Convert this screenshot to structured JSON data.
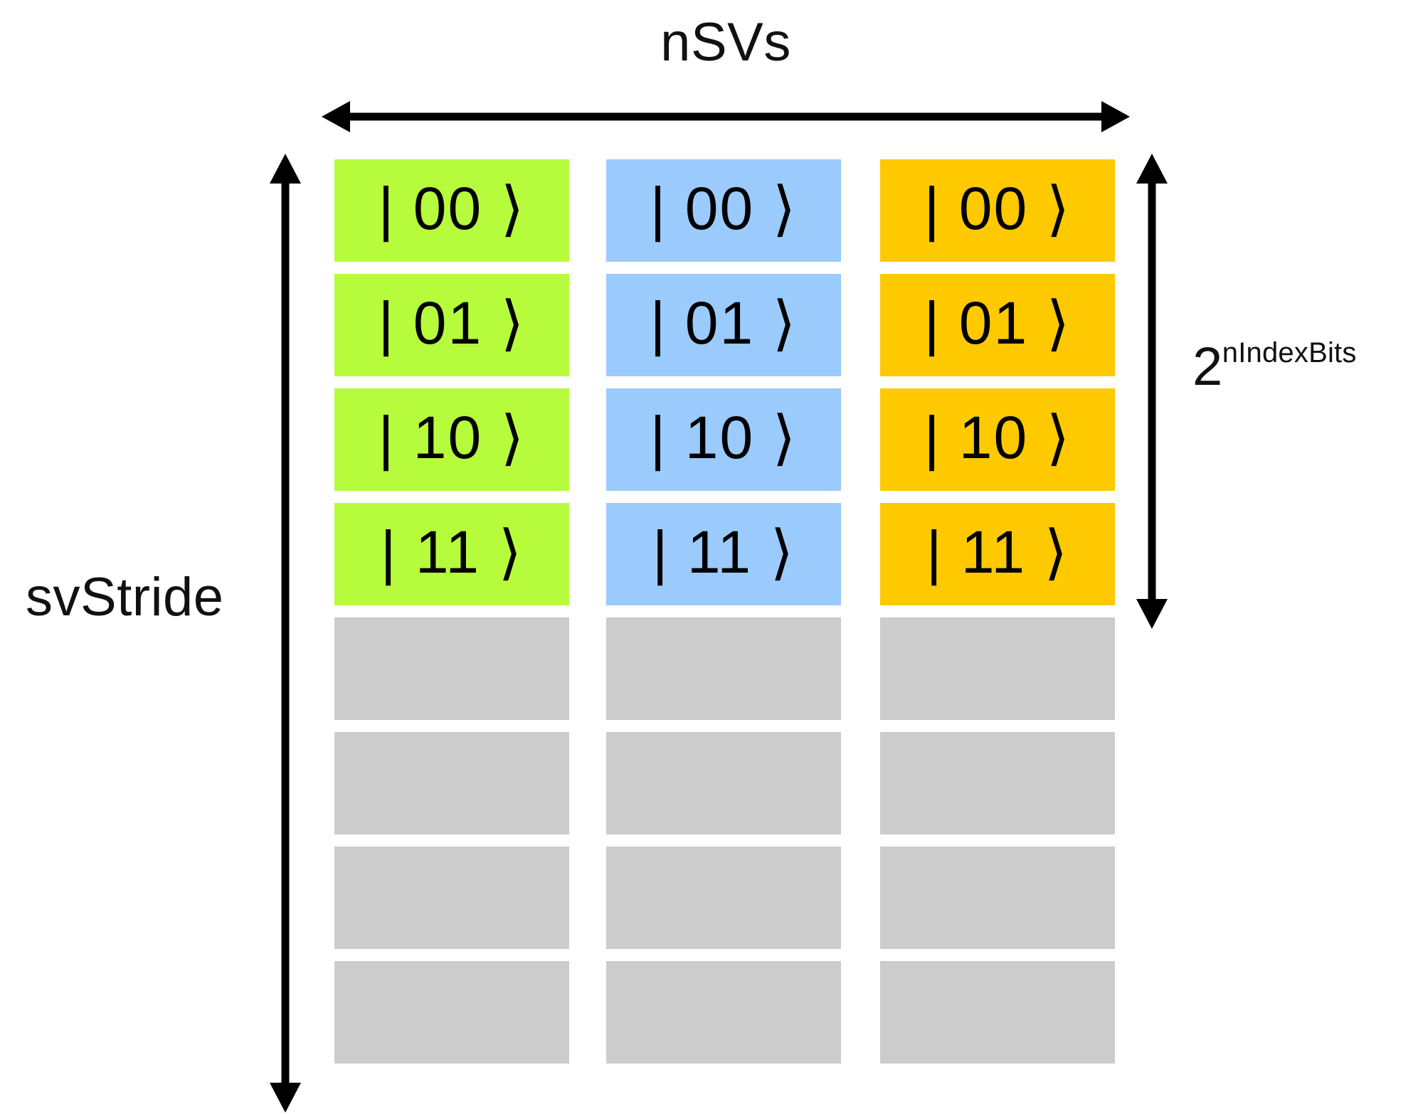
{
  "diagram": {
    "title_top": "nSVs",
    "label_left": "svStride",
    "label_right_base": "2",
    "label_right_exponent": "nIndexBits"
  },
  "colors": {
    "green": "#b6fc3c",
    "blue": "#9acbfc",
    "amber": "#ffc900",
    "gray": "#cccccc",
    "ink": "#000000",
    "background": "#ffffff"
  },
  "grid": {
    "n_columns": 3,
    "n_rows": 8,
    "n_labeled_rows": 4,
    "n_empty_rows": 4,
    "column_colors": [
      "#b6fc3c",
      "#9acbfc",
      "#ffc900"
    ],
    "empty_color": "#cccccc",
    "rows": [
      {
        "labeled": true,
        "cells": [
          "| 00 ⟩",
          "| 00 ⟩",
          "| 00 ⟩"
        ]
      },
      {
        "labeled": true,
        "cells": [
          "| 01 ⟩",
          "| 01 ⟩",
          "| 01 ⟩"
        ]
      },
      {
        "labeled": true,
        "cells": [
          "| 10 ⟩",
          "| 10 ⟩",
          "| 10 ⟩"
        ]
      },
      {
        "labeled": true,
        "cells": [
          "| 11 ⟩",
          "| 11 ⟩",
          "| 11 ⟩"
        ]
      },
      {
        "labeled": false,
        "cells": [
          "",
          "",
          ""
        ]
      },
      {
        "labeled": false,
        "cells": [
          "",
          "",
          ""
        ]
      },
      {
        "labeled": false,
        "cells": [
          "",
          "",
          ""
        ]
      },
      {
        "labeled": false,
        "cells": [
          "",
          "",
          ""
        ]
      }
    ]
  },
  "arrows": {
    "top_label": "nSVs",
    "right_label": "2 nIndexBits",
    "left_label": "svStride"
  }
}
